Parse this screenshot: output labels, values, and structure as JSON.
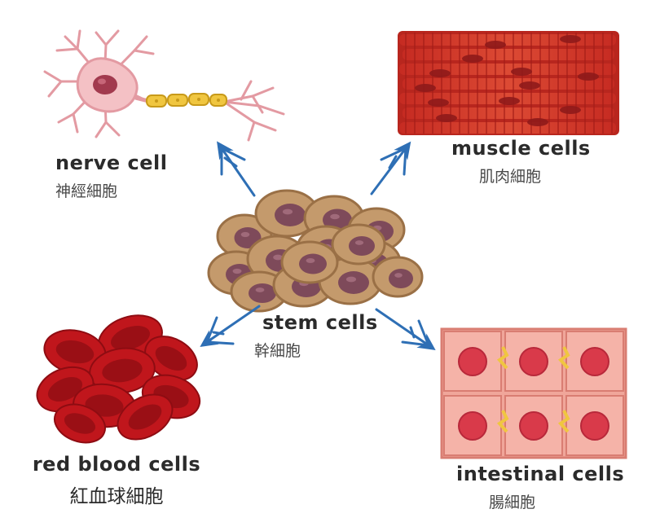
{
  "nodes": {
    "nerve": {
      "en": "nerve cell",
      "zh": "神經細胞"
    },
    "muscle": {
      "en": "muscle cells",
      "zh": "肌肉細胞"
    },
    "stem": {
      "en": "stem cells",
      "zh": "幹細胞"
    },
    "blood": {
      "en": "red blood cells",
      "zh": "紅血球細胞"
    },
    "intestinal": {
      "en": "intestinal cells",
      "zh": "腸細胞"
    }
  },
  "colors": {
    "arrow": "#2e6fb5",
    "stem_cytoplasm": "#c49a6c",
    "stem_nucleus": "#7e4a5a",
    "blood": "#c0161c",
    "muscle": "#d0392c",
    "intestinal": "#f0a69a",
    "nerve": "#f2b9bd",
    "myelin": "#f0c640"
  }
}
